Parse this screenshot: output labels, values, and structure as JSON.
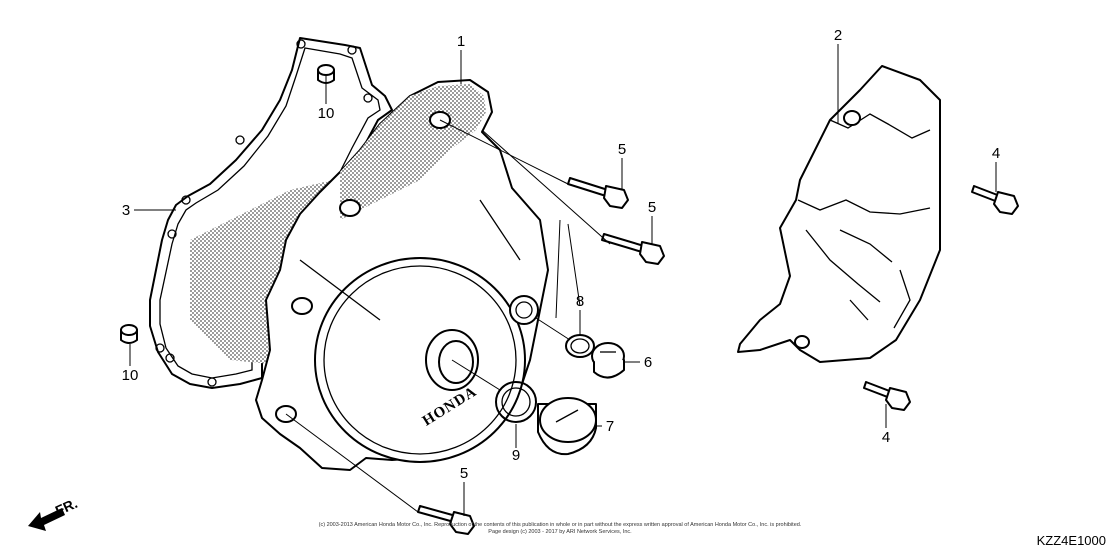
{
  "callouts": [
    {
      "id": "p1",
      "label": "1"
    },
    {
      "id": "p2",
      "label": "2"
    },
    {
      "id": "p3",
      "label": "3"
    },
    {
      "id": "p4a",
      "label": "4"
    },
    {
      "id": "p4b",
      "label": "4"
    },
    {
      "id": "p5a",
      "label": "5"
    },
    {
      "id": "p5b",
      "label": "5"
    },
    {
      "id": "p5c",
      "label": "5"
    },
    {
      "id": "p6",
      "label": "6"
    },
    {
      "id": "p7",
      "label": "7"
    },
    {
      "id": "p8",
      "label": "8"
    },
    {
      "id": "p9",
      "label": "9"
    },
    {
      "id": "p10a",
      "label": "10"
    },
    {
      "id": "p10b",
      "label": "10"
    }
  ],
  "cover_brand": "HONDA",
  "direction_label": "FR.",
  "copyright_line1": "(c) 2003-2013 American Honda Motor Co., Inc. Reproduction of the contents of this publication in whole or in part without the express written approval of American Honda Motor Co., Inc. is prohibited.",
  "copyright_line2": "Page design (c) 2003 - 2017 by ARI Network Services, Inc.",
  "diagram_code": "KZZ4E1000"
}
